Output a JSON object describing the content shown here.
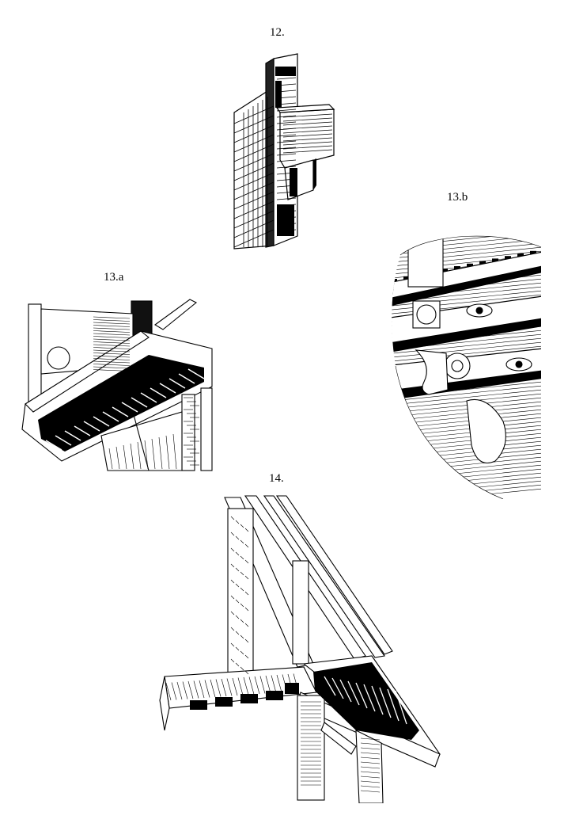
{
  "figures": {
    "fig12": {
      "label": "12."
    },
    "fig13a": {
      "label": "13.a"
    },
    "fig13b": {
      "label": "13.b"
    },
    "fig14": {
      "label": "14."
    }
  },
  "colors": {
    "ink": "#000000",
    "paper": "#ffffff"
  }
}
